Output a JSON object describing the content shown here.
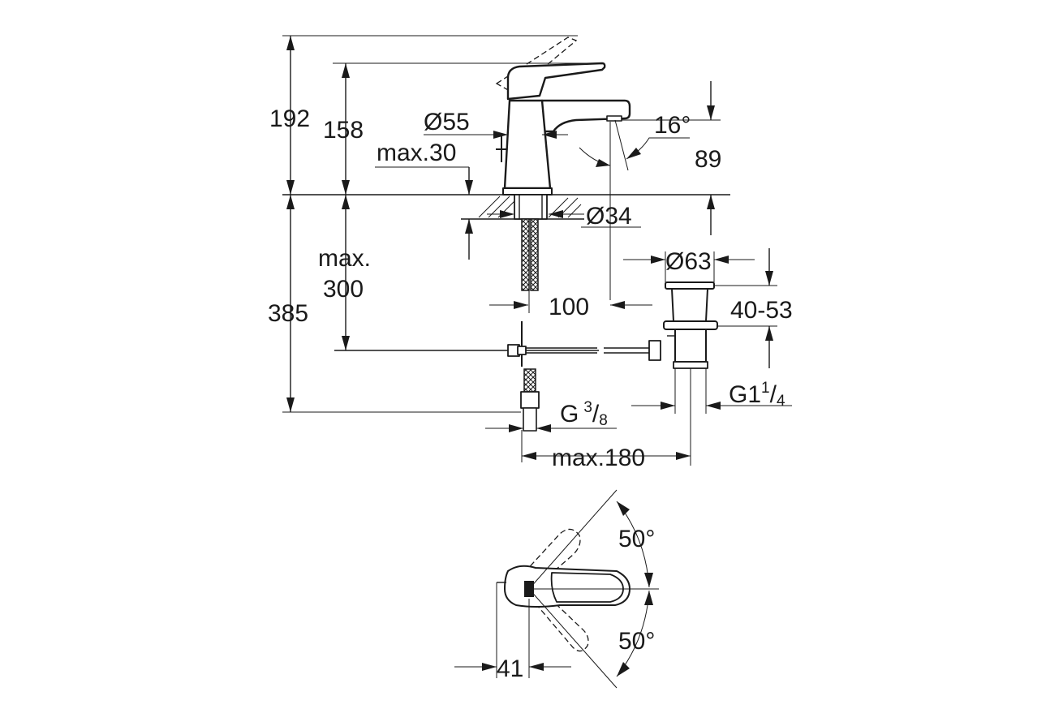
{
  "dimensions": {
    "total_height": "192",
    "spout_height": "158",
    "body_diameter": "Ø55",
    "max_deck_thickness": "max.30",
    "spout_angle": "16°",
    "spout_outlet_height": "89",
    "hole_diameter": "Ø34",
    "max_label": "max.",
    "hose_length": "300",
    "below_deck_length": "385",
    "spout_to_waste": "100",
    "waste_diameter": "Ø63",
    "waste_range": "40-53",
    "waste_thread_main": "G1",
    "waste_thread_num": "1",
    "waste_thread_den": "4",
    "hose_thread_main": "G",
    "hose_thread_num": "3",
    "hose_thread_den": "8",
    "max_pipe_distance": "max.180",
    "lever_angle_top": "50°",
    "lever_angle_bottom": "50°",
    "lever_offset": "41"
  }
}
